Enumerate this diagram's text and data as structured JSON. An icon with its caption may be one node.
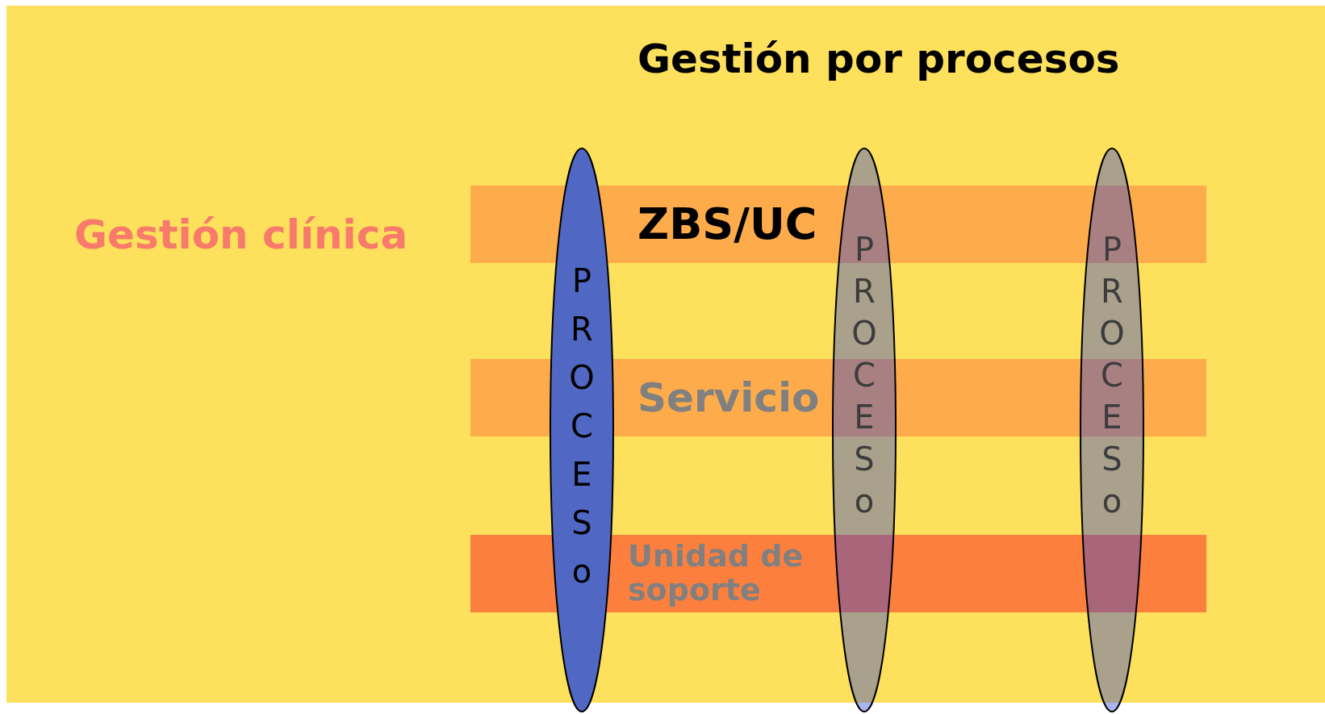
{
  "diagram": {
    "title": "Gestión por procesos",
    "nodes": [
      {
        "text": [
          "ZBS/UC"
        ]
      },
      {
        "text": [
          "Servicio"
        ]
      },
      {
        "text": [
          "Unidad de soporte"
        ]
      },
      {
        "text": [
          "PROCESo"
        ]
      },
      {
        "text": [
          "PROCESo"
        ]
      },
      {
        "text": [
          "PROCESo"
        ]
      }
    ],
    "labels": [
      "Gestión clínica"
    ]
  }
}
